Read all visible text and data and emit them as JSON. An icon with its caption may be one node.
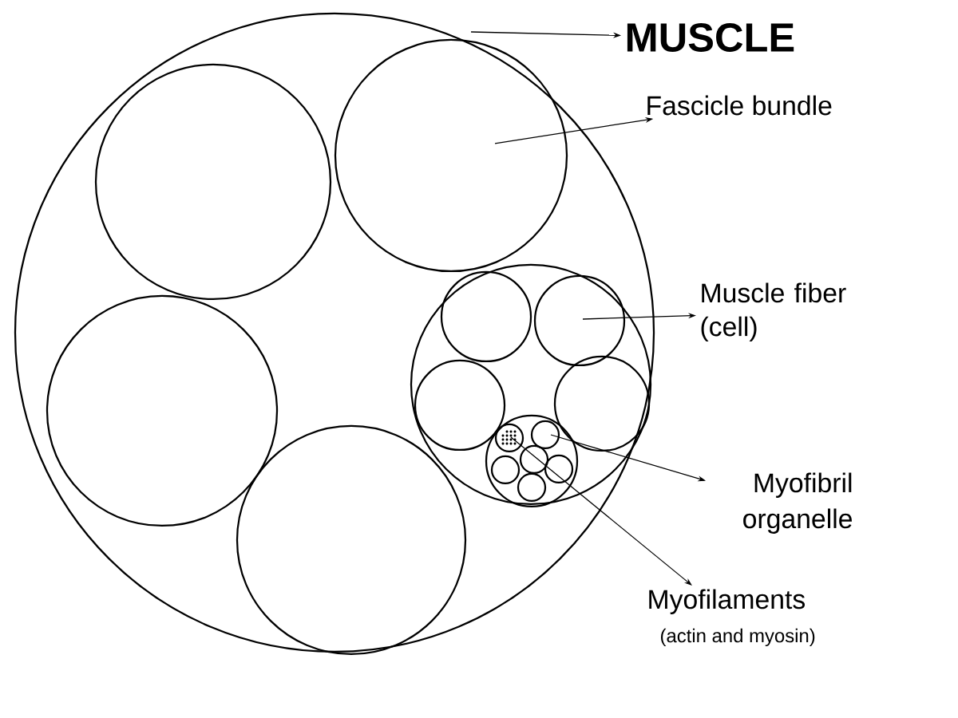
{
  "diagram": {
    "nodes": [
      {
        "text": [],
        "shape": "circle"
      },
      {
        "text": [],
        "shape": "circle",
        "in": 0
      },
      {
        "text": [],
        "shape": "circle",
        "in": 0
      },
      {
        "text": [],
        "shape": "circle",
        "in": 0
      },
      {
        "text": [],
        "shape": "circle",
        "in": 0
      },
      {
        "text": [],
        "shape": "circle",
        "in": 0
      },
      {
        "text": [],
        "shape": "circle",
        "in": 5
      },
      {
        "text": [],
        "shape": "circle",
        "in": 5
      },
      {
        "text": [],
        "shape": "circle",
        "in": 5
      },
      {
        "text": [],
        "shape": "circle",
        "in": 5
      },
      {
        "text": [],
        "shape": "circle",
        "in": 5
      },
      {
        "text": [],
        "shape": "circle",
        "in": 10
      },
      {
        "text": [],
        "shape": "circle",
        "in": 10
      },
      {
        "text": [],
        "shape": "circle",
        "in": 10
      },
      {
        "text": [],
        "shape": "circle",
        "in": 10
      },
      {
        "text": [],
        "shape": "circle",
        "in": 10
      },
      {
        "text": [],
        "shape": "circle",
        "in": 10
      },
      {
        "text": [
          "MUSCLE"
        ]
      },
      {
        "text": [
          "Fascicle bundle"
        ]
      },
      {
        "text": [
          "Muscle fiber (cell)"
        ]
      },
      {
        "text": [
          "Myofibril organelle"
        ]
      },
      {
        "text": [
          "Myofilaments",
          "(actin and myosin)"
        ]
      }
    ],
    "edges": [
      {
        "from": 0,
        "to": 17,
        "arrow": "to"
      },
      {
        "from": 2,
        "to": 18,
        "arrow": "to"
      },
      {
        "from": 7,
        "to": 19,
        "arrow": "to"
      },
      {
        "from": 12,
        "to": 20,
        "arrow": "to"
      },
      {
        "from": 11,
        "to": 21,
        "arrow": "to"
      }
    ]
  }
}
